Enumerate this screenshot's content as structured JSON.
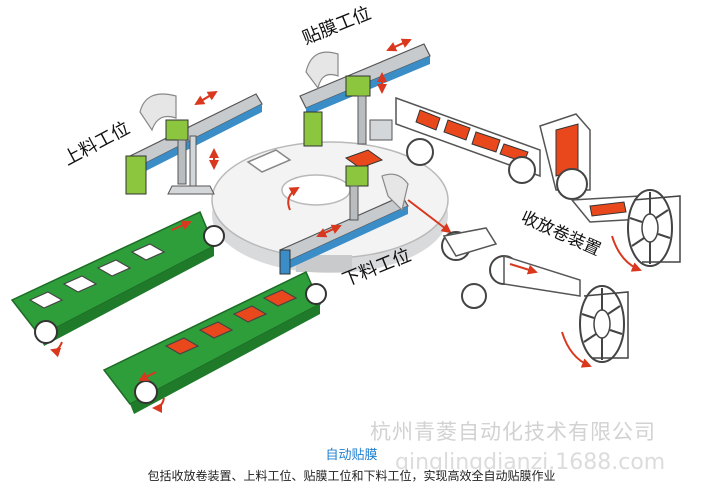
{
  "labels": {
    "loading_station": "上料工位",
    "film_station": "贴膜工位",
    "unloading_station": "下料工位",
    "reel_device": "收放卷装置"
  },
  "watermark": {
    "company": "杭州青菱自动化技术有限公司",
    "url": "qinglingdianzi.1688.com"
  },
  "caption": {
    "title": "自动贴膜",
    "subtitle": "包括收放卷装置、上料工位、贴膜工位和下料工位，实现高效全自动贴膜作业"
  },
  "colors": {
    "conveyor_green": "#2e9e3a",
    "film_orange": "#e8481c",
    "gantry_green": "#8cc63f",
    "arrow_red": "#d9381e",
    "caption_blue": "#1d7fd0"
  }
}
